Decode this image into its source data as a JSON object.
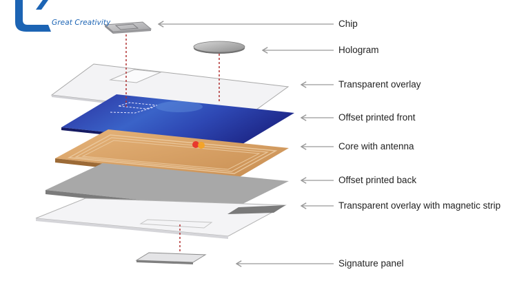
{
  "brand": {
    "name": "Great Creativity",
    "color": "#1c64b4"
  },
  "layers": [
    {
      "id": "chip",
      "label": "Chip"
    },
    {
      "id": "hologram",
      "label": "Hologram"
    },
    {
      "id": "transparent-overlay",
      "label": "Transparent overlay"
    },
    {
      "id": "offset-printed-front",
      "label": "Offset printed front"
    },
    {
      "id": "core-with-antenna",
      "label": "Core with antenna"
    },
    {
      "id": "offset-printed-back",
      "label": "Offset printed back"
    },
    {
      "id": "transparent-overlay-magnetic",
      "label": "Transparent overlay with magnetic strip"
    },
    {
      "id": "signature-panel",
      "label": "Signature panel"
    }
  ],
  "colors": {
    "front_card": "#2a3fae",
    "core_card": "#d9a266",
    "back_card": "#a9a9a9",
    "overlay": "#f2f2f4",
    "guide_line": "#b03030",
    "arrow": "#999999"
  }
}
